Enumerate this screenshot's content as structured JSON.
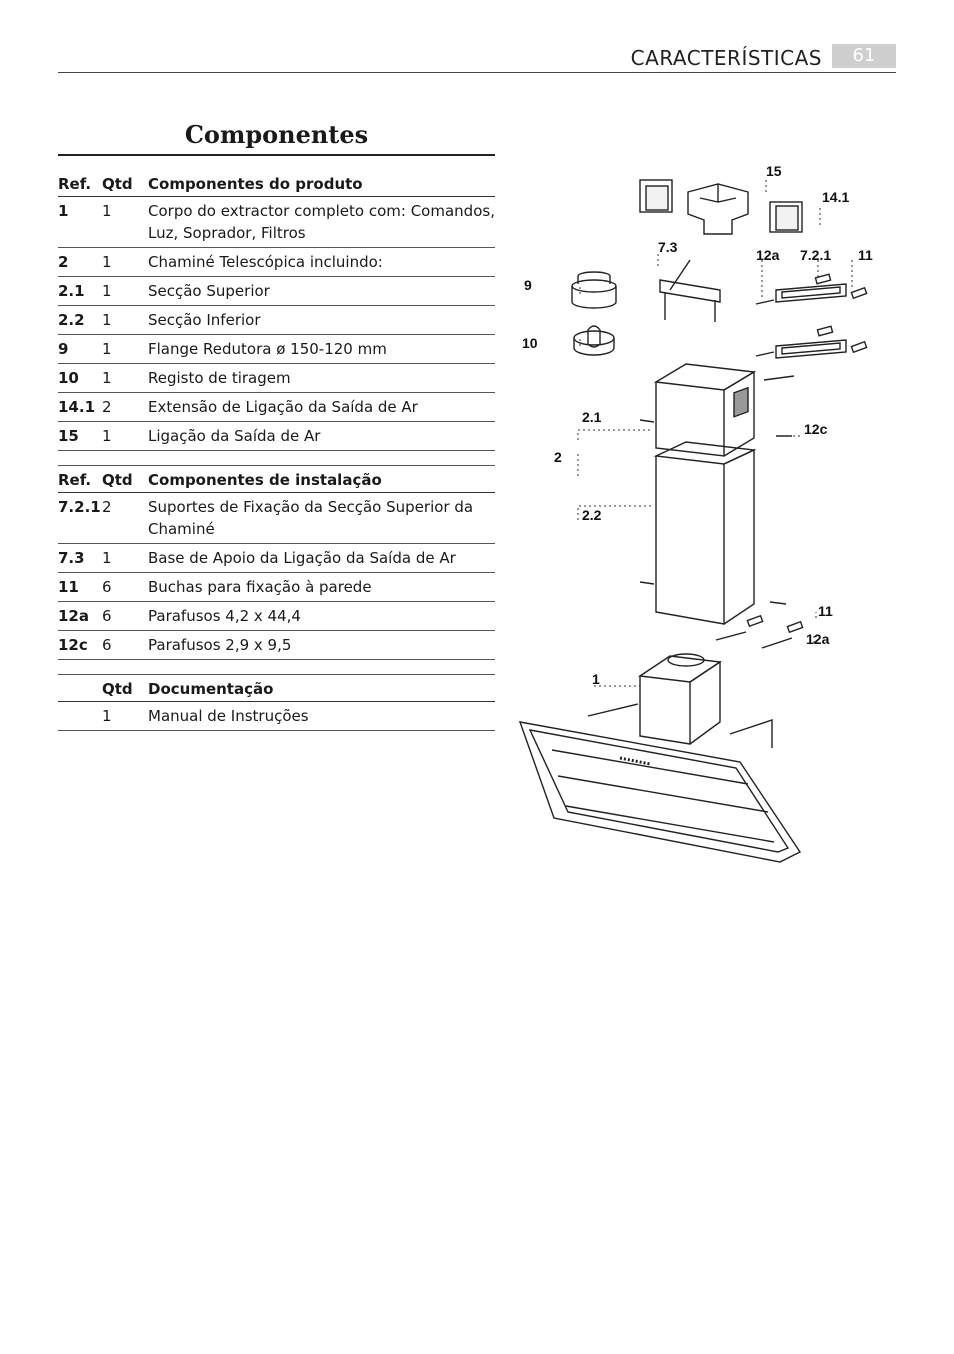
{
  "header": {
    "section": "CARACTERÍSTICAS",
    "page": "61"
  },
  "title": "Componentes",
  "tables": [
    {
      "head": {
        "ref": "Ref.",
        "qtd": "Qtd",
        "desc": "Componentes do produto"
      },
      "rows": [
        {
          "ref": "1",
          "qtd": "1",
          "desc": "Corpo do extractor completo com: Comandos, Luz, Soprador, Filtros"
        },
        {
          "ref": "2",
          "qtd": "1",
          "desc": "Chaminé Telescópica incluindo:"
        },
        {
          "ref": "2.1",
          "qtd": "1",
          "desc": "Secção Superior"
        },
        {
          "ref": "2.2",
          "qtd": "1",
          "desc": "Secção Inferior"
        },
        {
          "ref": "9",
          "qtd": "1",
          "desc": "Flange Redutora ø 150-120 mm"
        },
        {
          "ref": "10",
          "qtd": "1",
          "desc": "Registo de tiragem"
        },
        {
          "ref": "14.1",
          "qtd": "2",
          "desc": "Extensão de Ligação da Saída de Ar"
        },
        {
          "ref": "15",
          "qtd": "1",
          "desc": "Ligação da Saída de Ar"
        }
      ]
    },
    {
      "head": {
        "ref": "Ref.",
        "qtd": "Qtd",
        "desc": "Componentes de instalação"
      },
      "rows": [
        {
          "ref": "7.2.1",
          "qtd": "2",
          "desc": "Suportes de Fixação da Secção Superior da Chaminé"
        },
        {
          "ref": "7.3",
          "qtd": "1",
          "desc": "Base de Apoio da Ligação da Saída de Ar"
        },
        {
          "ref": "11",
          "qtd": "6",
          "desc": "Buchas para fixação à parede"
        },
        {
          "ref": "12a",
          "qtd": "6",
          "desc": "Parafusos 4,2 x 44,4"
        },
        {
          "ref": "12c",
          "qtd": "6",
          "desc": "Parafusos 2,9 x 9,5"
        }
      ]
    },
    {
      "head": {
        "ref": "",
        "qtd": "Qtd",
        "desc": "Documentação"
      },
      "rows": [
        {
          "ref": "",
          "qtd": "1",
          "desc": "Manual de Instruções"
        }
      ]
    }
  ],
  "diagram_labels": {
    "l15": "15",
    "l14_1": "14.1",
    "l7_3": "7.3",
    "l12a_top": "12a",
    "l7_2_1": "7.2.1",
    "l11_top": "11",
    "l9": "9",
    "l10": "10",
    "l2_1": "2.1",
    "l12c": "12c",
    "l2": "2",
    "l2_2": "2.2",
    "l11_bot": "11",
    "l12a_bot": "12a",
    "l1": "1"
  }
}
